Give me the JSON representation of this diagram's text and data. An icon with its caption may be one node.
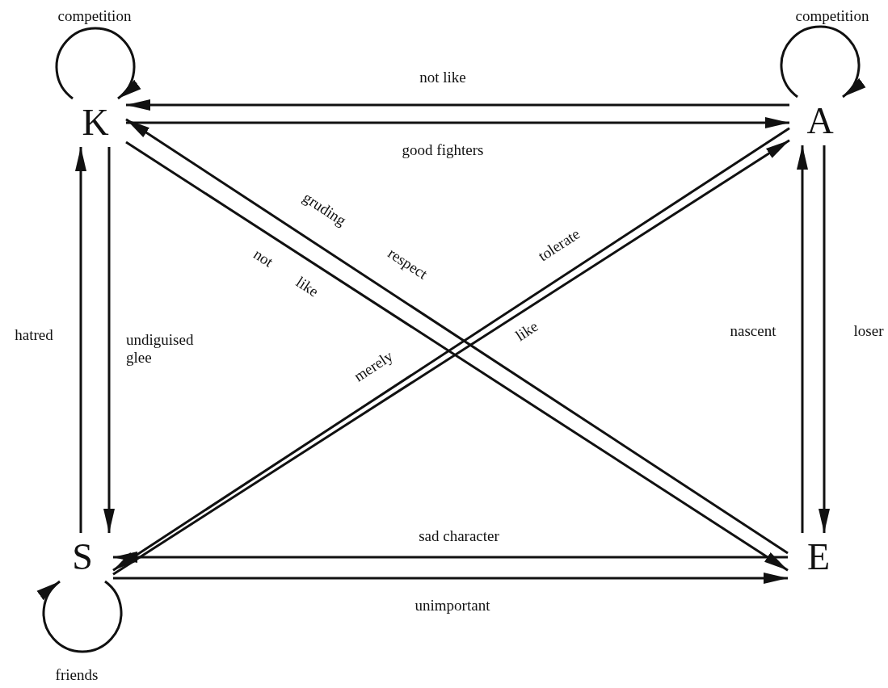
{
  "diagram": {
    "nodes": [
      {
        "text": [
          "K"
        ]
      },
      {
        "text": [
          "A"
        ]
      },
      {
        "text": [
          "S"
        ]
      },
      {
        "text": [
          "E"
        ]
      }
    ],
    "edges": [
      {
        "from": 0,
        "to": 0,
        "arrow": "to",
        "label": "competition"
      },
      {
        "from": 1,
        "to": 1,
        "arrow": "to",
        "label": "competition"
      },
      {
        "from": 2,
        "to": 2,
        "arrow": "to",
        "label": "friends"
      },
      {
        "from": 1,
        "to": 0,
        "arrow": "to",
        "label": "not like"
      },
      {
        "from": 0,
        "to": 1,
        "arrow": "to",
        "label": "good fighters"
      },
      {
        "from": 2,
        "to": 0,
        "arrow": "to",
        "label": "hatred"
      },
      {
        "from": 0,
        "to": 2,
        "arrow": "to",
        "label": "undiguised glee"
      },
      {
        "from": 3,
        "to": 1,
        "arrow": "to",
        "label": "nascent"
      },
      {
        "from": 1,
        "to": 3,
        "arrow": "to",
        "label": "loser"
      },
      {
        "from": 3,
        "to": 2,
        "arrow": "to",
        "label": "sad character"
      },
      {
        "from": 2,
        "to": 3,
        "arrow": "to",
        "label": "unimportant"
      },
      {
        "from": 3,
        "to": 0,
        "arrow": "to",
        "label": "gruding respect"
      },
      {
        "from": 0,
        "to": 3,
        "arrow": "to",
        "label": "not like"
      },
      {
        "from": 1,
        "to": 2,
        "arrow": "to",
        "label": "merely tolerate"
      },
      {
        "from": 2,
        "to": 1,
        "arrow": "to",
        "label": "like"
      }
    ]
  }
}
